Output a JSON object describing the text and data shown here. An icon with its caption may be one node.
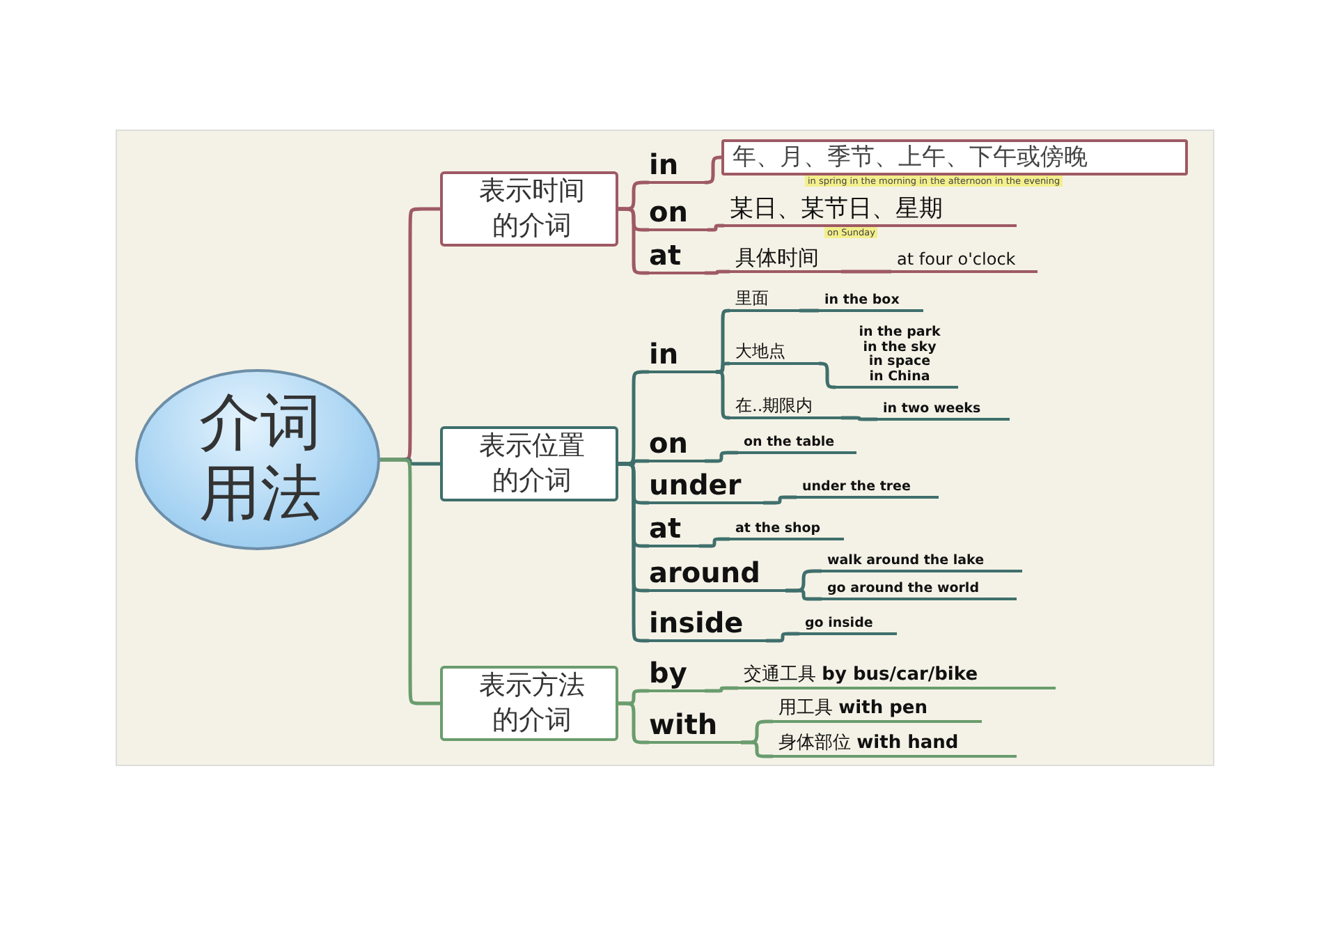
{
  "diagram": {
    "nodes": [
      {
        "text": [
          "介词用法"
        ]
      },
      {
        "text": [
          "表示时间的介词"
        ]
      },
      {
        "text": [
          "表示位置的介词"
        ]
      },
      {
        "text": [
          "表示方法的介词"
        ]
      },
      {
        "text": [
          "in"
        ]
      },
      {
        "text": [
          "年、月、季节、上午、下午或傍晚"
        ],
        "beside": [
          "in spring in the morning in the afternoon in the evening"
        ]
      },
      {
        "text": [
          "on"
        ]
      },
      {
        "text": [
          "某日、某节日、星期"
        ],
        "beside": [
          "on Sunday"
        ]
      },
      {
        "text": [
          "at"
        ]
      },
      {
        "text": [
          "具体时间"
        ]
      },
      {
        "text": [
          "at four o'clock"
        ]
      },
      {
        "text": [
          "in"
        ]
      },
      {
        "text": [
          "里面"
        ]
      },
      {
        "text": [
          "in the box"
        ]
      },
      {
        "text": [
          "大地点"
        ]
      },
      {
        "text": [
          "in the park",
          "in the sky",
          "in space",
          "in China"
        ]
      },
      {
        "text": [
          "在..期限内"
        ]
      },
      {
        "text": [
          "in two weeks"
        ]
      },
      {
        "text": [
          "on"
        ]
      },
      {
        "text": [
          "on the table"
        ]
      },
      {
        "text": [
          "under"
        ]
      },
      {
        "text": [
          "under the tree"
        ]
      },
      {
        "text": [
          "at"
        ]
      },
      {
        "text": [
          "at the shop"
        ]
      },
      {
        "text": [
          "around"
        ]
      },
      {
        "text": [
          "walk around the lake"
        ]
      },
      {
        "text": [
          "go around the world"
        ]
      },
      {
        "text": [
          "inside"
        ]
      },
      {
        "text": [
          "go inside"
        ]
      },
      {
        "text": [
          "by"
        ]
      },
      {
        "text": [
          "交通工具 **by bus/car/bike**"
        ]
      },
      {
        "text": [
          "with"
        ]
      },
      {
        "text": [
          "用工具 **with pen**"
        ]
      },
      {
        "text": [
          "身体部位 **with hand**"
        ]
      }
    ],
    "edges": [
      {
        "from": 0,
        "to": 1,
        "arrow": "none",
        "color": "#9e5a64"
      },
      {
        "from": 0,
        "to": 2,
        "arrow": "none"
      },
      {
        "from": 0,
        "to": 3,
        "arrow": "none",
        "color": "#6a9c6e"
      },
      {
        "from": 1,
        "to": 4,
        "arrow": "none",
        "color": "#9e5a64"
      },
      {
        "from": 1,
        "to": 6,
        "arrow": "none",
        "color": "#9e5a64"
      },
      {
        "from": 1,
        "to": 8,
        "arrow": "none",
        "color": "#9e5a64"
      },
      {
        "from": 4,
        "to": 5,
        "arrow": "none",
        "color": "#9e5a64"
      },
      {
        "from": 6,
        "to": 7,
        "arrow": "none",
        "color": "#9e5a64"
      },
      {
        "from": 8,
        "to": 9,
        "arrow": "none",
        "color": "#9e5a64"
      },
      {
        "from": 9,
        "to": 10,
        "arrow": "none",
        "color": "#9e5a64"
      },
      {
        "from": 2,
        "to": 11,
        "arrow": "none"
      },
      {
        "from": 11,
        "to": 12,
        "arrow": "none"
      },
      {
        "from": 12,
        "to": 13,
        "arrow": "none"
      },
      {
        "from": 11,
        "to": 14,
        "arrow": "none"
      },
      {
        "from": 14,
        "to": 15,
        "arrow": "none"
      },
      {
        "from": 11,
        "to": 16,
        "arrow": "none"
      },
      {
        "from": 16,
        "to": 17,
        "arrow": "none"
      },
      {
        "from": 2,
        "to": 18,
        "arrow": "none"
      },
      {
        "from": 18,
        "to": 19,
        "arrow": "none"
      },
      {
        "from": 2,
        "to": 20,
        "arrow": "none"
      },
      {
        "from": 20,
        "to": 21,
        "arrow": "none"
      },
      {
        "from": 2,
        "to": 22,
        "arrow": "none"
      },
      {
        "from": 22,
        "to": 23,
        "arrow": "none"
      },
      {
        "from": 2,
        "to": 24,
        "arrow": "none"
      },
      {
        "from": 24,
        "to": 25,
        "arrow": "none"
      },
      {
        "from": 24,
        "to": 26,
        "arrow": "none"
      },
      {
        "from": 2,
        "to": 27,
        "arrow": "none"
      },
      {
        "from": 27,
        "to": 28,
        "arrow": "none"
      },
      {
        "from": 3,
        "to": 29,
        "arrow": "none",
        "color": "#6a9c6e"
      },
      {
        "from": 29,
        "to": 30,
        "arrow": "none",
        "color": "#6a9c6e"
      },
      {
        "from": 3,
        "to": 31,
        "arrow": "none",
        "color": "#6a9c6e"
      },
      {
        "from": 31,
        "to": 32,
        "arrow": "none",
        "color": "#6a9c6e"
      },
      {
        "from": 31,
        "to": 33,
        "arrow": "none",
        "color": "#6a9c6e"
      }
    ]
  }
}
